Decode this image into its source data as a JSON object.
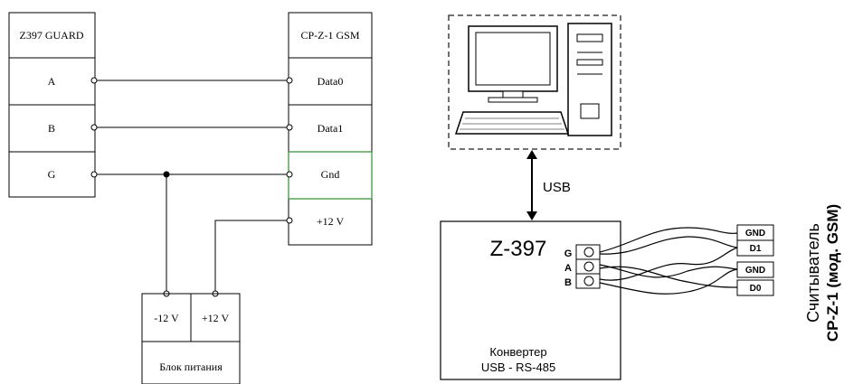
{
  "left_diagram": {
    "z397_block": {
      "title": "Z397 GUARD",
      "terminals": [
        "A",
        "B",
        "G"
      ]
    },
    "reader_block": {
      "title": "CP-Z-1 GSM",
      "terminals": [
        "Data0",
        "Data1",
        "Gnd",
        "+12 V"
      ]
    },
    "power_supply": {
      "terminals": [
        "-12 V",
        "+12 V"
      ],
      "label": "Блок питания"
    }
  },
  "right_diagram": {
    "usb_label": "USB",
    "converter": {
      "model": "Z-397",
      "caption_line1": "Конвертер",
      "caption_line2": "USB - RS-485",
      "terminals": [
        "G",
        "A",
        "B"
      ]
    },
    "reader_pins": [
      "GND",
      "D1",
      "GND",
      "D0"
    ],
    "reader_label_line1": "Считыватель",
    "reader_label_line2": "CP-Z-1 (мод. GSM)"
  },
  "colors": {
    "line": "#000000",
    "highlight_border": "#2e8b2e",
    "monitor_screen": "#ffffff"
  }
}
